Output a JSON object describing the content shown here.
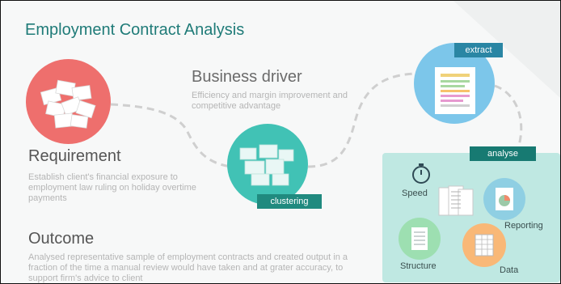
{
  "title": "Employment Contract Analysis",
  "business_driver": {
    "heading": "Business driver",
    "text": "Efficiency and margin improvement and competitive advantage"
  },
  "requirement": {
    "heading": "Requirement",
    "text": "Establish client's financial exposure to employment law ruling on holiday overtime payments"
  },
  "outcome": {
    "heading": "Outcome",
    "text": "Analysed representative sample of employment contracts and created output in a fraction of the time a manual review would have taken and at grater accuracy, to support firm's advice to client"
  },
  "stages": {
    "extract": "extract",
    "clustering": "clustering",
    "analyse": "analyse"
  },
  "analysis_labels": {
    "speed": "Speed",
    "structure": "Structure",
    "data": "Data",
    "reporting": "Reporting"
  },
  "colors": {
    "title": "#1f7b78",
    "requirement_circle": "#ee6f6d",
    "clustering_circle": "#41c2b5",
    "extract_circle": "#7cc6ea",
    "analyse_panel": "#bfe8e2",
    "structure_circle": "#9ddfb1",
    "data_circle": "#f9b877",
    "reporting_circle": "#8fcfe3"
  },
  "icons": [
    "documents-pile-icon",
    "boxes-stack-icon",
    "document-extract-icon",
    "stopwatch-icon",
    "report-chart-icon",
    "spreadsheet-icon",
    "document-lines-icon"
  ]
}
